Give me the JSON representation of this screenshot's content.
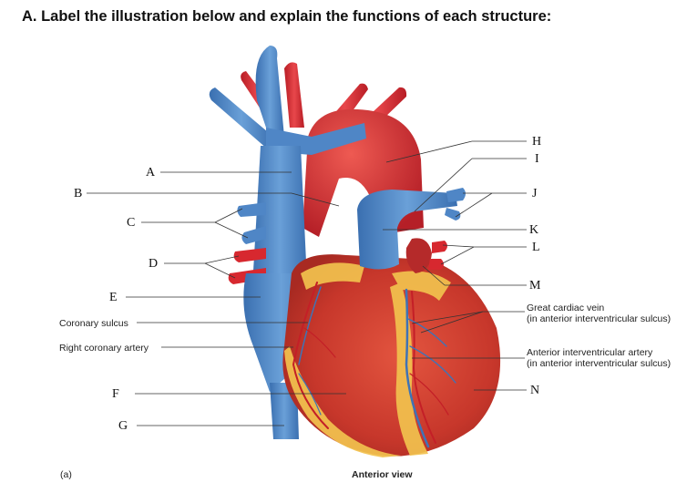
{
  "heading": "A.  Label the illustration below and explain the functions of each structure:",
  "letters": {
    "A": "A",
    "B": "B",
    "C": "C",
    "D": "D",
    "E": "E",
    "F": "F",
    "G": "G",
    "H": "H",
    "I": "I",
    "J": "J",
    "K": "K",
    "L": "L",
    "M": "M",
    "N": "N"
  },
  "text_labels": {
    "coronary_sulcus": "Coronary sulcus",
    "right_coronary_artery": "Right coronary artery",
    "great_cardiac_vein_1": "Great cardiac vein",
    "great_cardiac_vein_2": "(in anterior interventricular sulcus)",
    "anterior_interventricular_artery_1": "Anterior interventricular artery",
    "anterior_interventricular_artery_2": "(in anterior interventricular sulcus)"
  },
  "figure_letter": "(a)",
  "caption": "Anterior view",
  "colors": {
    "vein_blue": "#4f86c6",
    "artery_red": "#d7282f",
    "muscle_red": "#c93a2c",
    "fat_yellow": "#f2c24e"
  }
}
